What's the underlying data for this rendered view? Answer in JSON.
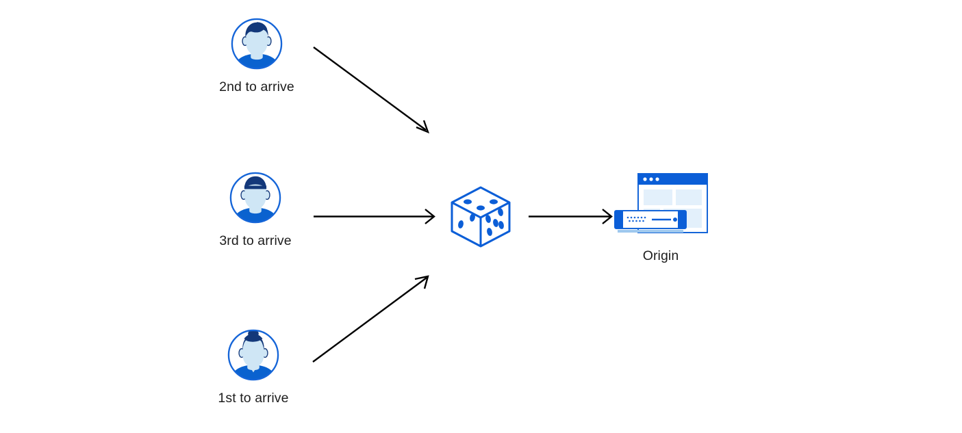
{
  "diagram": {
    "title": "Request distribution to origin",
    "background_color": "#ffffff",
    "accent_blue": "#0b5ed7",
    "brand_blue": "#1565d8",
    "face_blue": "#cfe6f5",
    "hair_navy": "#13387a",
    "shirt_blue": "#0a62cf",
    "arrow_color": "#000000",
    "label_color": "#1d1d1d"
  },
  "nodes": {
    "user_second": {
      "label": "2nd to arrive",
      "icon": "user-avatar-icon",
      "variant": "male-short-hair"
    },
    "user_third": {
      "label": "3rd to arrive",
      "icon": "user-avatar-icon",
      "variant": "male-flat-hair"
    },
    "user_first": {
      "label": "1st to arrive",
      "icon": "user-avatar-icon",
      "variant": "female-bun-hair"
    },
    "randomizer": {
      "label": "",
      "icon": "dice-icon",
      "top_face_pips": 3,
      "left_face_pips": 2,
      "right_face_pips": 6
    },
    "origin": {
      "label": "Origin",
      "icon": "origin-server-icon",
      "window_dots": 3
    }
  },
  "arrows": [
    {
      "name": "arrow-2nd-to-dice",
      "from": "user_second",
      "to": "randomizer",
      "direction": "down-right"
    },
    {
      "name": "arrow-3rd-to-dice",
      "from": "user_third",
      "to": "randomizer",
      "direction": "right"
    },
    {
      "name": "arrow-1st-to-dice",
      "from": "user_first",
      "to": "randomizer",
      "direction": "up-right"
    },
    {
      "name": "arrow-dice-to-origin",
      "from": "randomizer",
      "to": "origin",
      "direction": "right"
    }
  ]
}
